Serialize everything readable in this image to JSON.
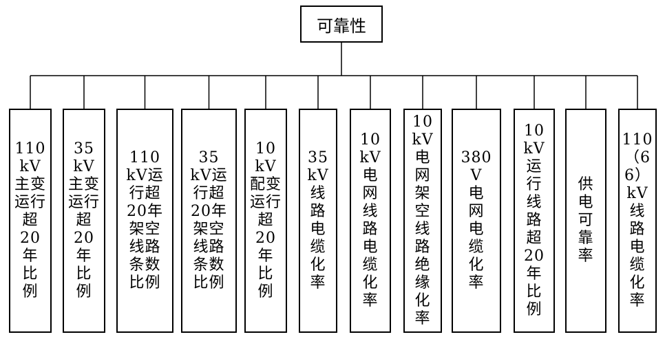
{
  "root": {
    "label": "可靠性"
  },
  "leaves": [
    {
      "label": "110\nkV\n主变\n运行\n超\n20\n年\n比\n例"
    },
    {
      "label": "35\nkV\n主变\n运行\n超\n20\n年\n比\n例"
    },
    {
      "label": "110\nkV运\n行超\n20年\n架空\n线路\n条数\n比例"
    },
    {
      "label": "35\nkV运\n行超\n20年\n架空\n线路\n条数\n比例"
    },
    {
      "label": "10\nkV\n配变\n运行\n超\n20\n年\n比\n例"
    },
    {
      "label": "35\nkV\n线\n路\n电\n缆\n化\n率"
    },
    {
      "label": "10\nkV\n电\n网\n线\n路\n电\n缆\n化\n率"
    },
    {
      "label": "10\nkV\n电\n网\n架\n空\n线\n路\n绝\n缘\n化\n率"
    },
    {
      "label": "380 V\n电\n网\n电\n缆\n化\n率"
    },
    {
      "label": "10\nkV\n运\n行\n线\n路\n超\n20\n年\n比\n例"
    },
    {
      "label": "供\n电\n可\n靠\n率"
    },
    {
      "label": "110\n（6\n6）\nkV\n线\n路\n电\n缆\n化\n率"
    }
  ]
}
